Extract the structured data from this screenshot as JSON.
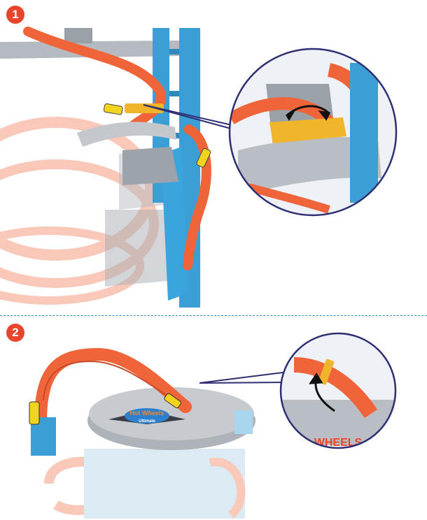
{
  "steps": [
    {
      "number": "1"
    },
    {
      "number": "2"
    }
  ],
  "colors": {
    "track_orange": "#f0643a",
    "tower_blue": "#3b9fd6",
    "platform_grey": "#b9bec4",
    "yellow_car": "#f2d31e",
    "badge_red": "#e8452c",
    "callout_navy": "#2e2e72",
    "divider_blue": "#3f86b8"
  },
  "logo": {
    "brand": "Hot Wheels",
    "sub": "Ultimate"
  },
  "callout_logo": {
    "text": "WHEELS"
  }
}
